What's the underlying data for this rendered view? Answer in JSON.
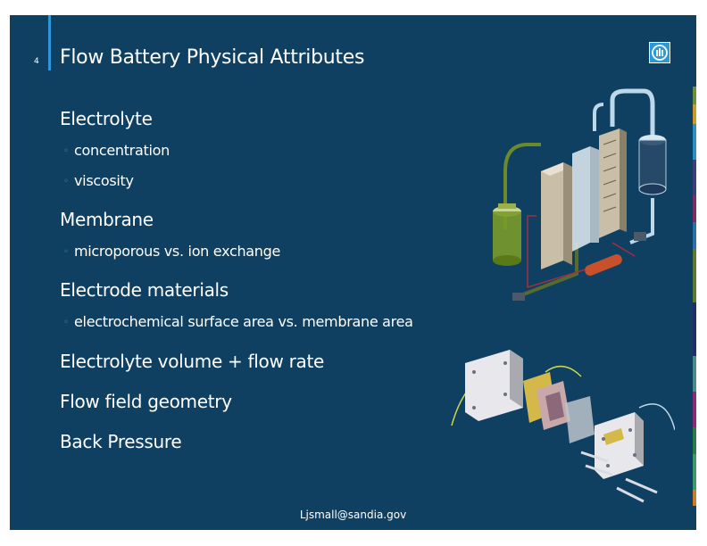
{
  "slide": {
    "number": "4",
    "title": "Flow Battery Physical Attributes",
    "footer_email": "Ljsmall@sandia.gov"
  },
  "content": {
    "sections": [
      {
        "heading": "Electrolyte",
        "bullets": [
          "concentration",
          "viscosity"
        ]
      },
      {
        "heading": "Membrane",
        "bullets": [
          "microporous vs. ion exchange"
        ]
      },
      {
        "heading": "Electrode materials",
        "bullets": [
          "electrochemical surface area vs. membrane area"
        ]
      },
      {
        "heading": "Electrolyte volume + flow rate",
        "bullets": []
      },
      {
        "heading": "Flow field geometry",
        "bullets": []
      },
      {
        "heading": "Back Pressure",
        "bullets": []
      }
    ]
  },
  "icons": {
    "logo": "sandia-thunderbird-logo",
    "bullet": "open-circle-bullet"
  },
  "colors": {
    "background": "#0f4062",
    "accent": "#2f97d8",
    "text": "#ffffff"
  }
}
